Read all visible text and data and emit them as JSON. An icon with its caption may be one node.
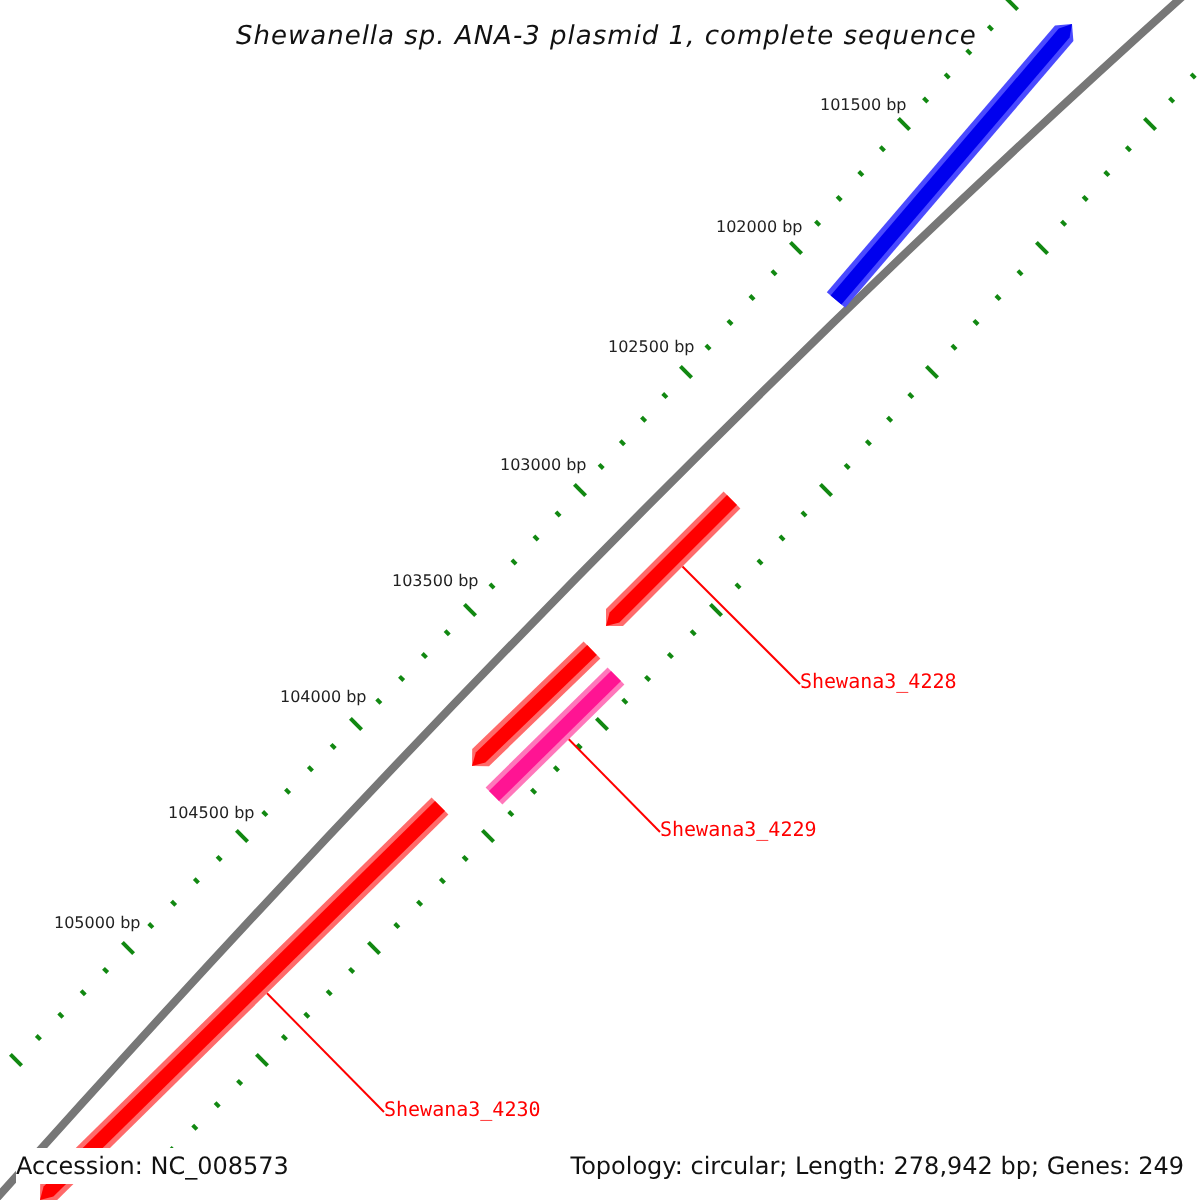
{
  "diagram": {
    "title": "Shewanella sp. ANA-3 plasmid 1, complete sequence",
    "nodes": [
      {
        "text": [],
        "shape": "bar"
      },
      {
        "text": [],
        "shape": "bar"
      },
      {
        "text": [],
        "shape": "bar"
      },
      {
        "text": [],
        "shape": "bar"
      },
      {
        "text": [],
        "shape": "bar"
      },
      {
        "text": [
          "Shewana3_4228"
        ]
      },
      {
        "text": [
          "Shewana3_4229"
        ]
      },
      {
        "text": [
          "Shewana3_4230"
        ]
      }
    ],
    "edges": [
      {
        "from": 5,
        "to": 1,
        "arrow": "none"
      },
      {
        "from": 6,
        "to": 3,
        "arrow": "none"
      },
      {
        "from": 7,
        "to": 4,
        "arrow": "none"
      }
    ],
    "labels": [
      "101500 bp",
      "102000 bp",
      "102500 bp",
      "103000 bp",
      "103500 bp",
      "104000 bp",
      "104500 bp",
      "105000 bp",
      "Accession: NC_008573",
      "Topology: circular; Length: 278,942 bp; Genes: 249"
    ]
  }
}
